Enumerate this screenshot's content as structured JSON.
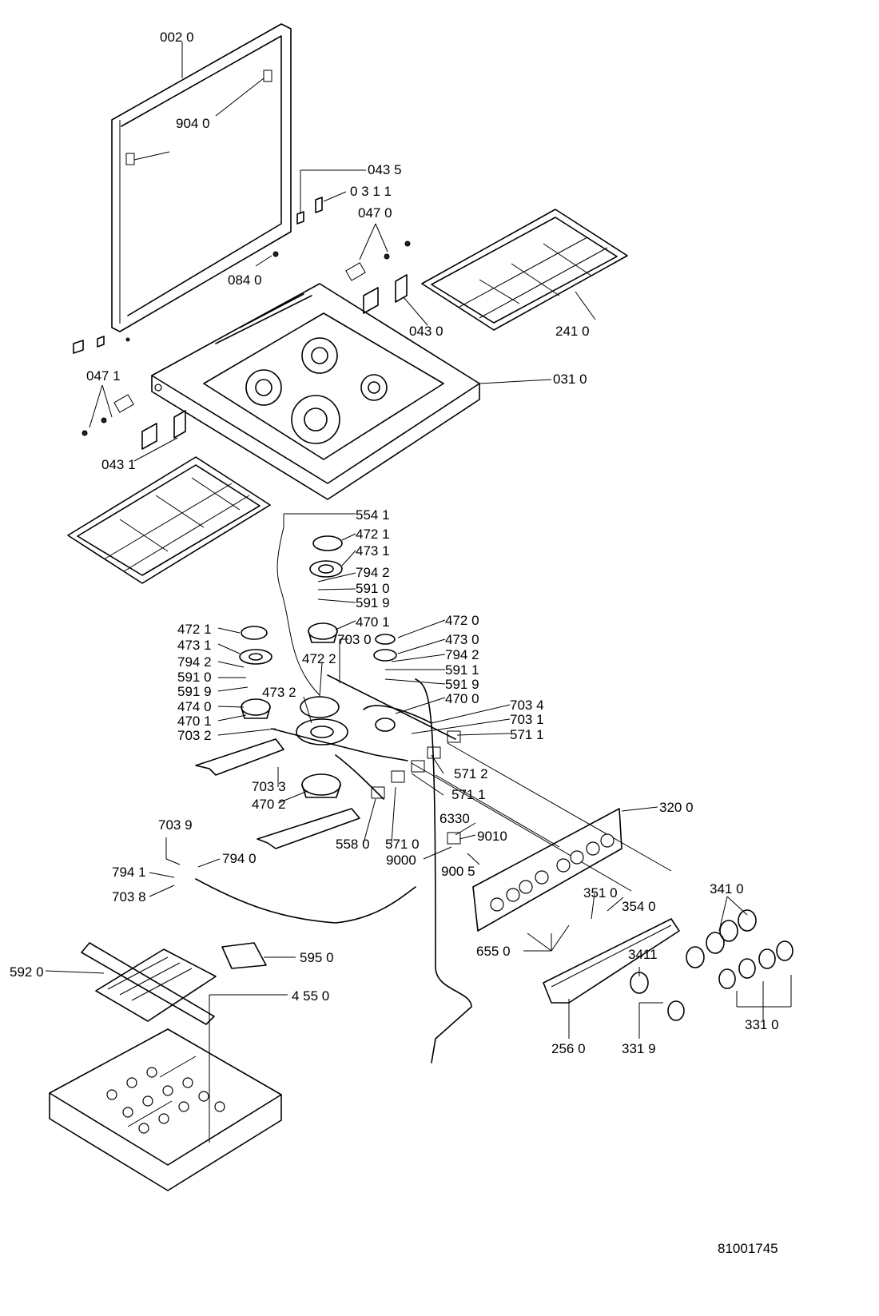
{
  "doc_number": "81001745",
  "labels": [
    "002 0",
    "904 0",
    "043 5",
    "0 3 1 1",
    "047 0",
    "084  0",
    "043 0",
    "241 0",
    "031  0",
    "047 1",
    "043 1",
    "554 1",
    "472 1",
    "473 1",
    "794 2",
    "591 0",
    "591 9",
    "470 1",
    "472 0",
    "703 0",
    "473 0",
    "794 2",
    "591 1",
    "591 9",
    "470 0",
    "703 4",
    "703 1",
    "571 1",
    "472 1",
    "473 1",
    "794 2",
    "591 0",
    "591 9",
    "474 0",
    "470 1",
    "703 2",
    "472 2",
    "473 2",
    "703 3",
    "470 2",
    "571 2",
    "571 1",
    "320 0",
    "6330",
    "9010",
    "9000",
    "900 5",
    "558 0",
    "571 0",
    "703 9",
    "794 1",
    "794 0",
    "703 8",
    "351 0",
    "354 0",
    "341 0",
    "655 0",
    "3411",
    "256 0",
    "331 9",
    "331 0",
    "595 0",
    "592 0",
    "4 55 0"
  ]
}
